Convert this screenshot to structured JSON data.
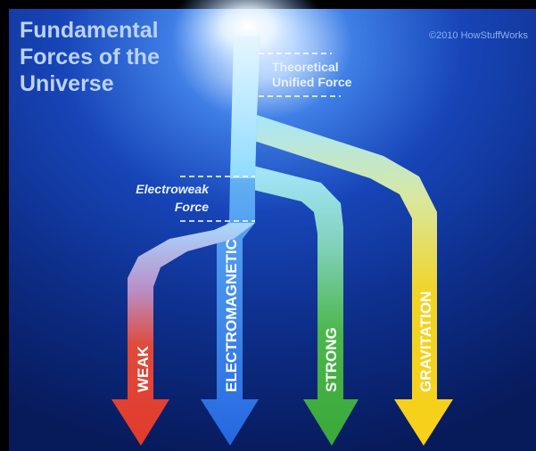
{
  "title_lines": [
    "Fundamental",
    "Forces of the",
    "Universe"
  ],
  "credit": "©2010 HowStuffWorks",
  "labels": {
    "unified_lines": [
      "Theoretical",
      "Unified Force"
    ],
    "electroweak_lines": [
      "Electroweak",
      "Force"
    ]
  },
  "forces": [
    {
      "key": "weak",
      "label": "WEAK",
      "color": "#e23a2c"
    },
    {
      "key": "electromagnetic",
      "label": "ELECTROMAGNETIC",
      "color": "#2a6fe0"
    },
    {
      "key": "strong",
      "label": "STRONG",
      "color": "#3fae3a"
    },
    {
      "key": "gravitation",
      "label": "GRAVITATION",
      "color": "#f4d21a"
    }
  ],
  "colors": {
    "background": "#0b2a7a",
    "glow": "#ffffff",
    "trunk": "#a6e6ff",
    "title": "#bcd2f5"
  }
}
